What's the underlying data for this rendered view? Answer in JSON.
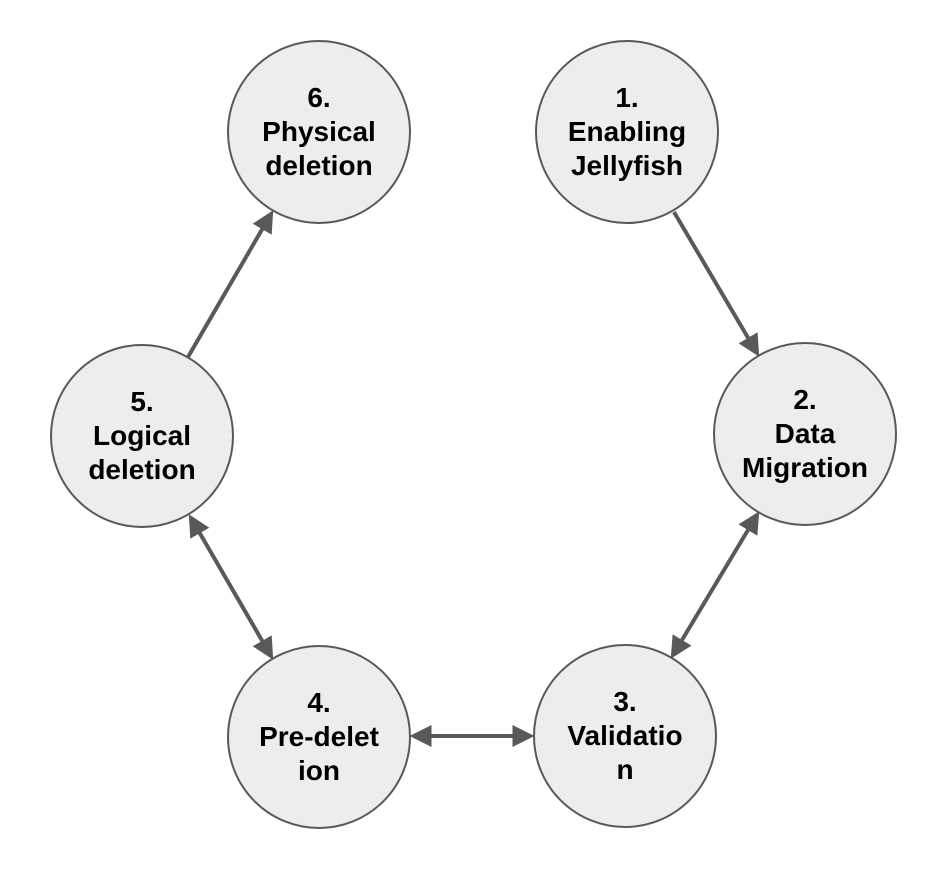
{
  "diagram": {
    "type": "cycle-diagram",
    "background_color": "#ffffff",
    "node_fill_color": "#ededed",
    "node_border_color": "#595959",
    "arrow_color": "#595959",
    "text_color": "#000000",
    "nodes": [
      {
        "id": "1",
        "label": "1. Enabling Jellyfish",
        "lines": [
          "1.",
          "Enabling",
          "Jellyfish"
        ]
      },
      {
        "id": "2",
        "label": "2. Data Migration",
        "lines": [
          "2.",
          "Data",
          "Migration"
        ]
      },
      {
        "id": "3",
        "label": "3. Validation",
        "lines": [
          "3.",
          "Validatio",
          "n"
        ]
      },
      {
        "id": "4",
        "label": "4. Pre-deletion",
        "lines": [
          "4.",
          "Pre-delet",
          "ion"
        ]
      },
      {
        "id": "5",
        "label": "5. Logical deletion",
        "lines": [
          "5.",
          "Logical",
          "deletion"
        ]
      },
      {
        "id": "6",
        "label": "6. Physical deletion",
        "lines": [
          "6.",
          "Physical",
          "deletion"
        ]
      }
    ],
    "edges": [
      {
        "from": "1",
        "to": "2",
        "bidirectional": false
      },
      {
        "from": "2",
        "to": "3",
        "bidirectional": true
      },
      {
        "from": "3",
        "to": "4",
        "bidirectional": true
      },
      {
        "from": "4",
        "to": "5",
        "bidirectional": true
      },
      {
        "from": "5",
        "to": "6",
        "bidirectional": false
      }
    ]
  }
}
